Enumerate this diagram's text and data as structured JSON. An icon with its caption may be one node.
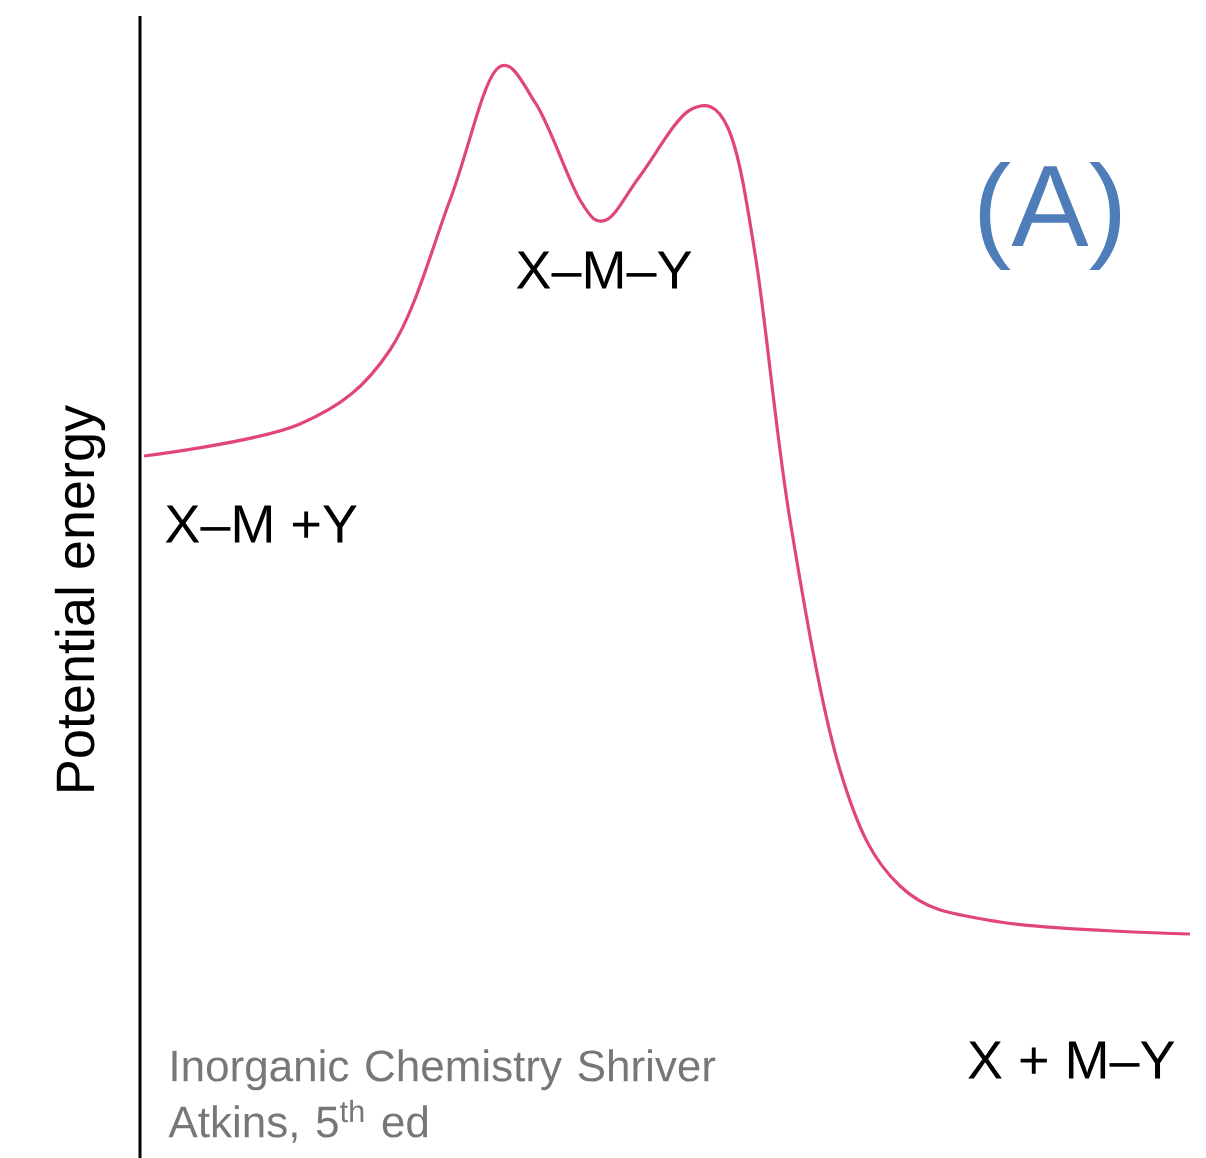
{
  "diagram": {
    "labels": [
      "(A)",
      "X–M–Y",
      "Potential energy",
      "X–M +Y",
      "X + M–Y",
      "Inorganic Chemistry Shriver Atkins, 5$^{th}$ ed"
    ]
  }
}
